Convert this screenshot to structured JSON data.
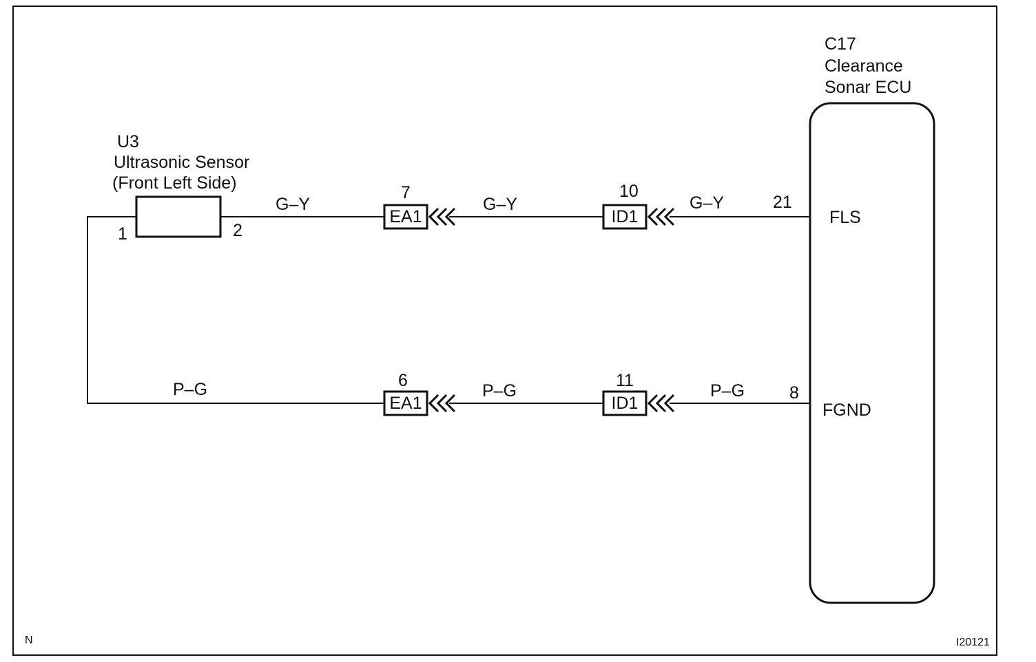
{
  "ecu": {
    "code": "C17",
    "name_line1": "Clearance",
    "name_line2": "Sonar ECU",
    "pin_fls": "FLS",
    "pin_fgnd": "FGND"
  },
  "sensor": {
    "code": "U3",
    "name_line1": "Ultrasonic Sensor",
    "name_line2": "(Front Left Side)",
    "pin1": "1",
    "pin2": "2"
  },
  "upper_circuit": {
    "wire_color": "G–Y",
    "ea1_pin": "7",
    "ea1_label": "EA1",
    "id1_pin": "10",
    "id1_label": "ID1",
    "ecu_pin": "21"
  },
  "lower_circuit": {
    "wire_color": "P–G",
    "ea1_pin": "6",
    "ea1_label": "EA1",
    "id1_pin": "11",
    "id1_label": "ID1",
    "ecu_pin": "8"
  },
  "corner_mark": "N",
  "figure_id": "I20121"
}
